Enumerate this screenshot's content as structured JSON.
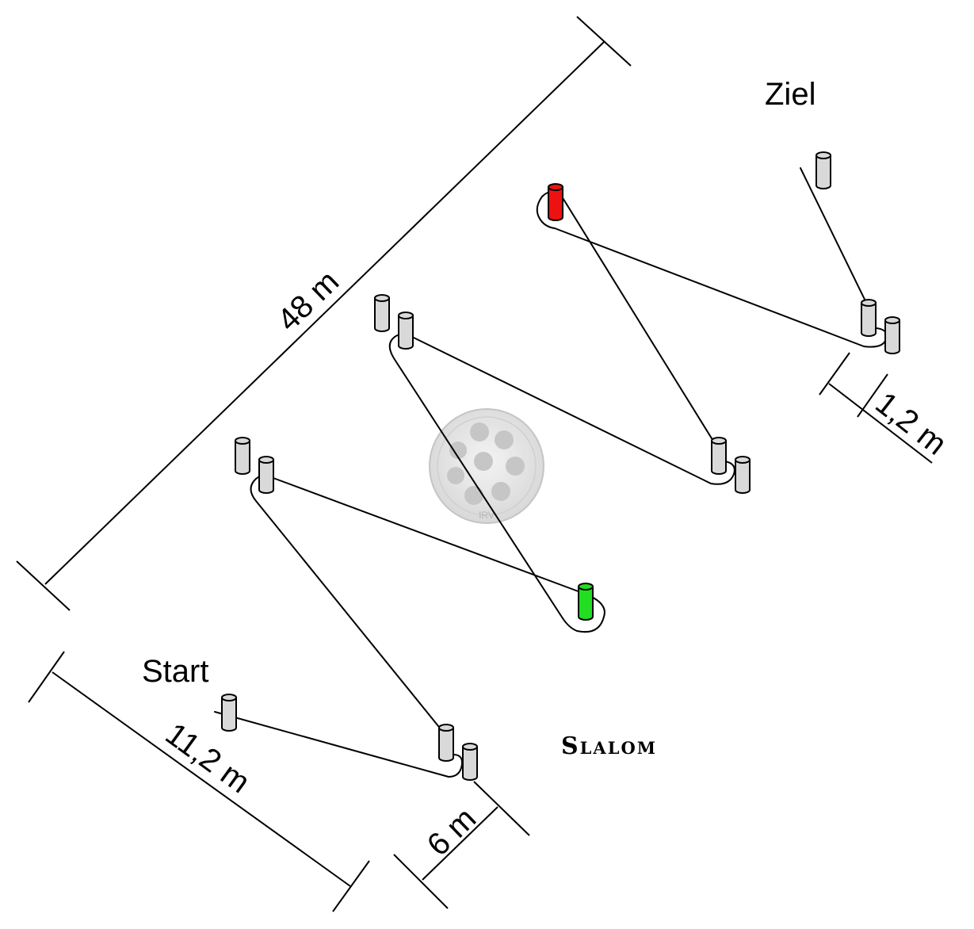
{
  "labels": {
    "start": "Start",
    "finish": "Ziel",
    "title": "Slalom"
  },
  "dimensions": {
    "total_length": "48 m",
    "start_distance": "11,2 m",
    "row_gap": "6 m",
    "pair_gap": "1,2 m"
  },
  "colors": {
    "cone_default": "#d9d9d9",
    "cone_start_turn": "#22dd22",
    "cone_end_turn": "#ee1111",
    "line": "#000000"
  },
  "watermark": {
    "text": "IRV"
  }
}
